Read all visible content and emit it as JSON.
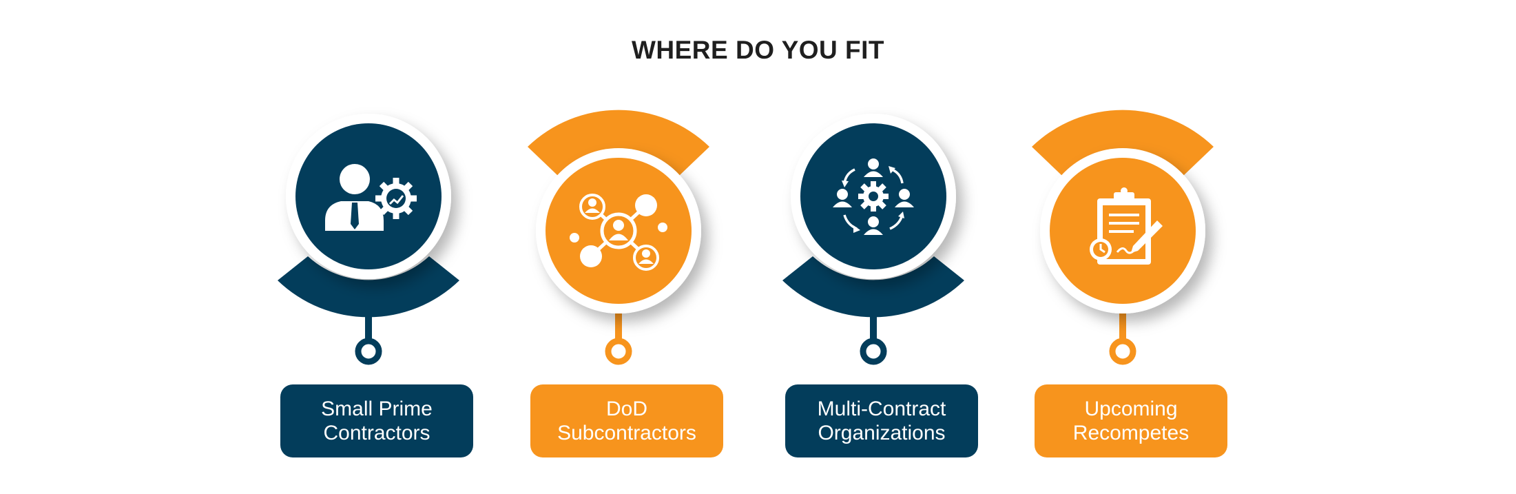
{
  "title": "WHERE DO YOU FIT",
  "colors": {
    "navy": "#033d5b",
    "orange": "#f7941d",
    "white": "#ffffff"
  },
  "items": [
    {
      "label_line1": "Small Prime",
      "label_line2": "Contractors",
      "color": "#033d5b",
      "arc": "bottom",
      "icon": "businessman-gear-chart-icon"
    },
    {
      "label_line1": "DoD",
      "label_line2": "Subcontractors",
      "color": "#f7941d",
      "arc": "top",
      "icon": "network-people-icon"
    },
    {
      "label_line1": "Multi-Contract",
      "label_line2": "Organizations",
      "color": "#033d5b",
      "arc": "bottom",
      "icon": "team-cycle-gear-icon"
    },
    {
      "label_line1": "Upcoming",
      "label_line2": "Recompetes",
      "color": "#f7941d",
      "arc": "top",
      "icon": "clipboard-clock-pen-icon"
    }
  ]
}
